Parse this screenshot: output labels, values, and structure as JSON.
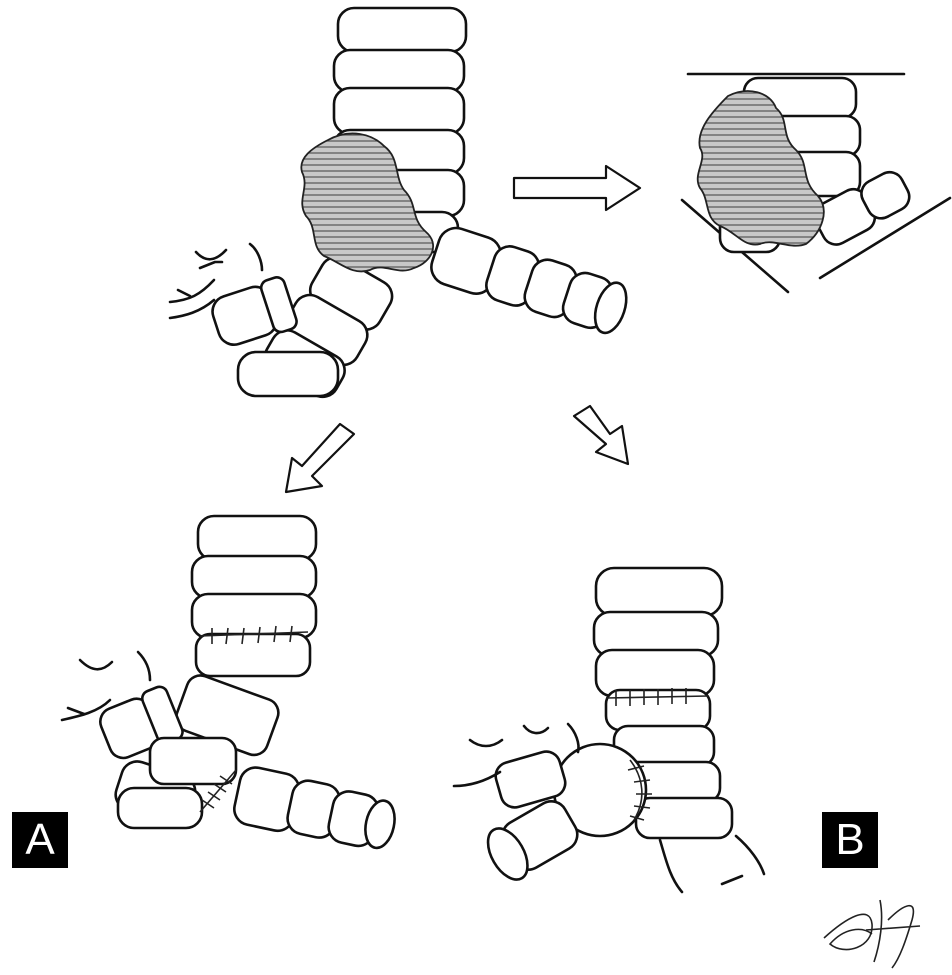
{
  "panels": {
    "a_label": "A",
    "b_label": "B"
  },
  "colors": {
    "line": "#111111",
    "background": "#ffffff",
    "tumor_fill": "#9a9a9a",
    "label_background": "#000000",
    "label_text": "#ffffff"
  },
  "signature": "AJJ"
}
